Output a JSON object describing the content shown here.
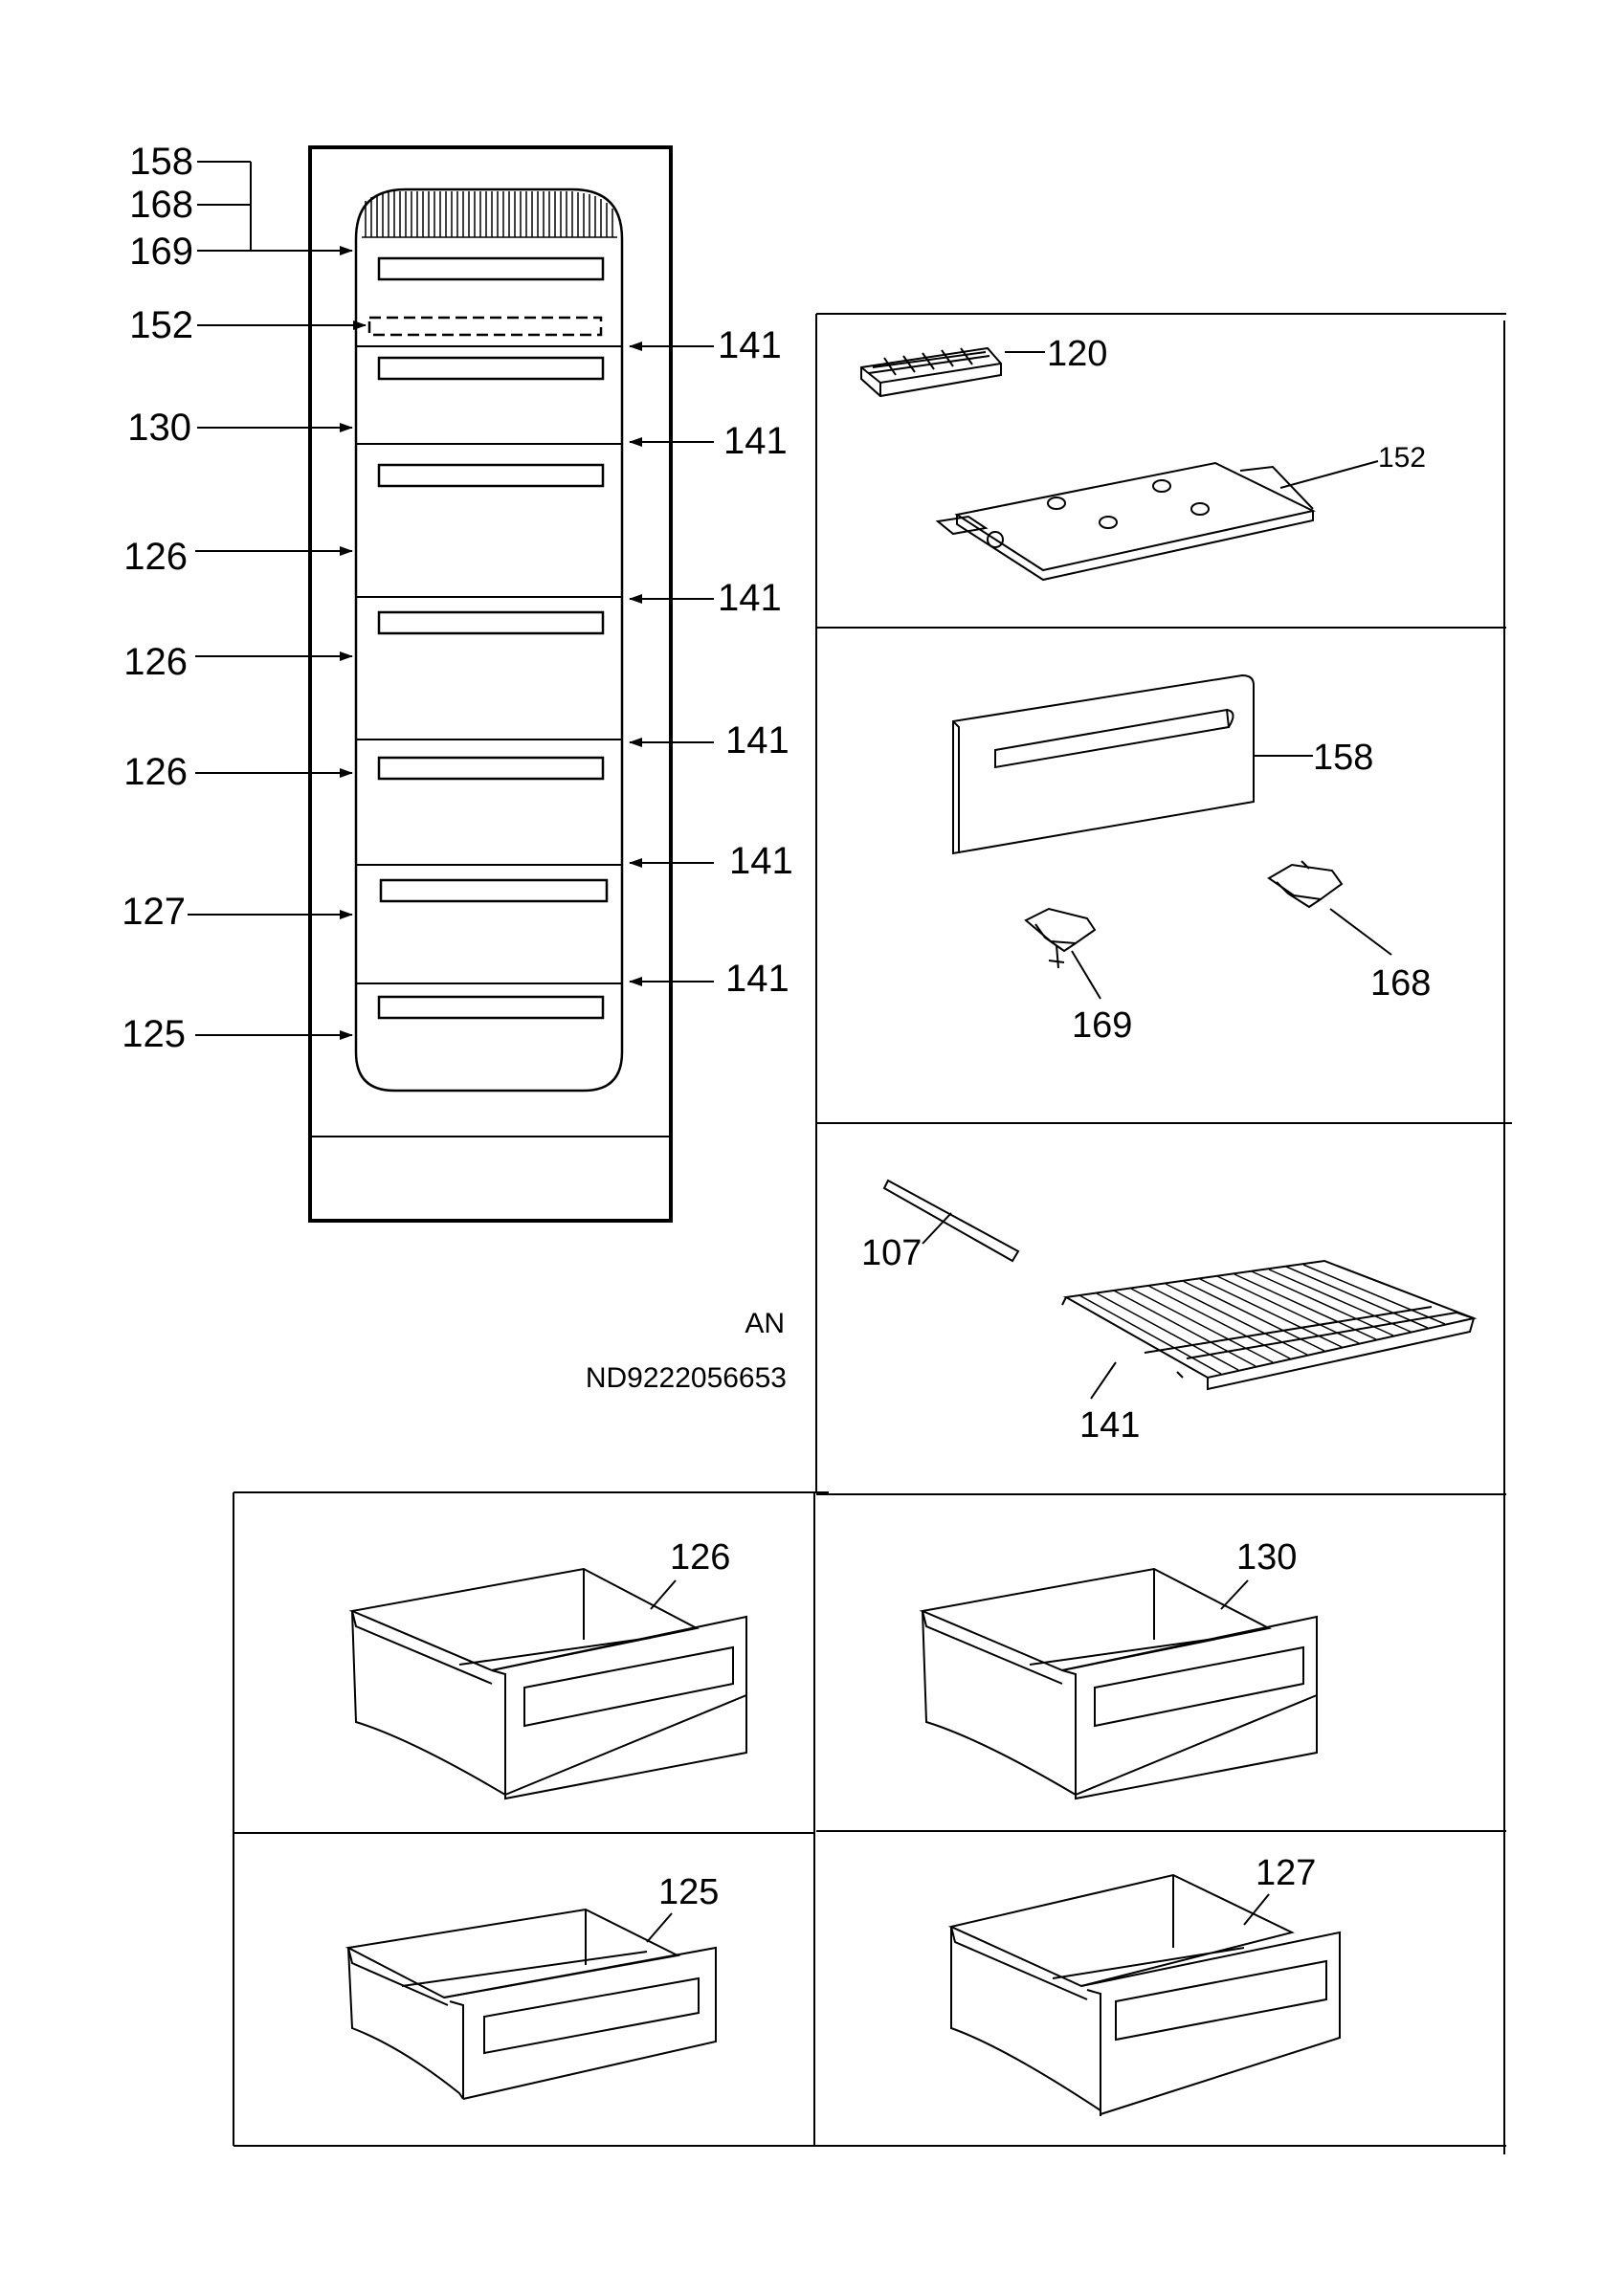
{
  "cabinet_labels": {
    "left": [
      "158",
      "168",
      "169",
      "152",
      "130",
      "126",
      "126",
      "126",
      "127",
      "125"
    ],
    "right": [
      "141",
      "141",
      "141",
      "141",
      "141",
      "141"
    ]
  },
  "panels": {
    "ice_tray": "120",
    "tray_plate": "152",
    "flap": "158",
    "hinge_left": "169",
    "hinge_right": "168",
    "strip": "107",
    "shelf": "141",
    "drawer_tl": "126",
    "drawer_tr": "130",
    "drawer_bl": "125",
    "drawer_br": "127"
  },
  "code_label": "AN",
  "part_number": "ND9222056653"
}
